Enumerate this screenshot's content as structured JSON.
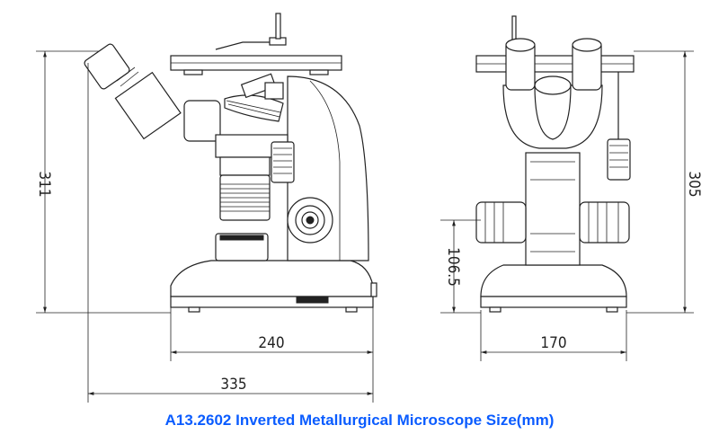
{
  "caption": "A13.2602 Inverted Metallurgical Microscope Size(mm)",
  "caption_color": "#0a5cff",
  "side_view": {
    "height_label": "311",
    "base_width_label": "240",
    "total_width_label": "335"
  },
  "front_view": {
    "height_label": "305",
    "focus_height_label": "106.5",
    "base_width_label": "170"
  }
}
